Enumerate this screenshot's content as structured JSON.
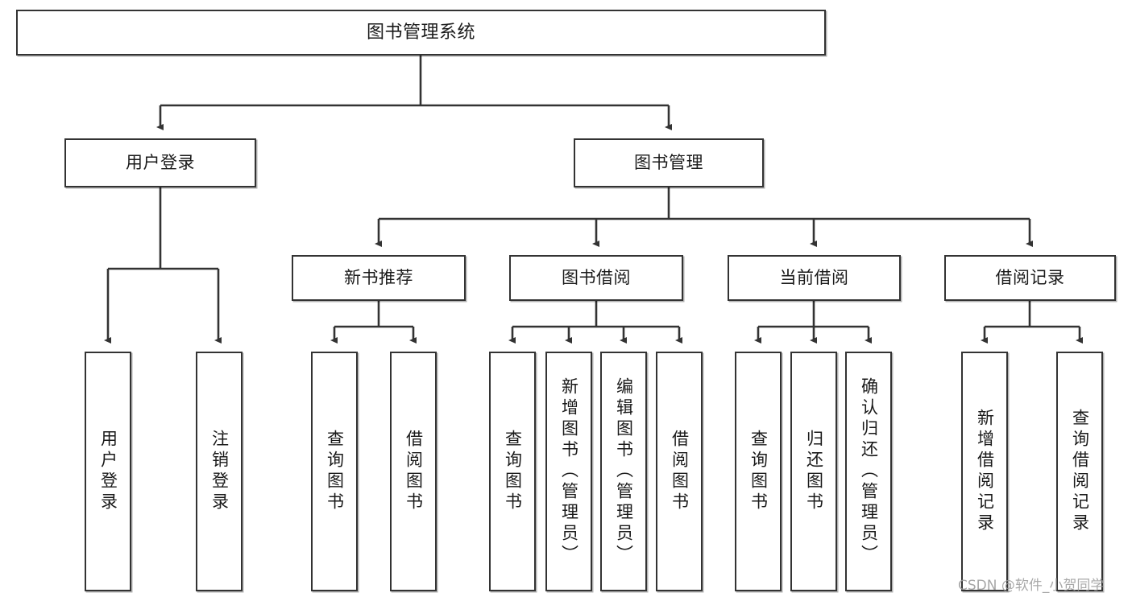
{
  "diagram": {
    "title": "图书管理系统",
    "type": "tree-hierarchy-diagram",
    "colors": {
      "box_border": "#333333",
      "box_fill": "#ffffff",
      "edge": "#333333",
      "text": "#1a1a1a",
      "watermark": "#9a9a9a",
      "background": "#ffffff"
    },
    "root": {
      "label": "图书管理系统"
    },
    "level2": [
      {
        "label": "用户登录"
      },
      {
        "label": "图书管理"
      }
    ],
    "level3": [
      {
        "label": "新书推荐"
      },
      {
        "label": "图书借阅"
      },
      {
        "label": "当前借阅"
      },
      {
        "label": "借阅记录"
      }
    ],
    "leaves": {
      "user_login": [
        {
          "label": "用户登录"
        },
        {
          "label": "注销登录"
        }
      ],
      "new_book_recommend": [
        {
          "label": "查询图书"
        },
        {
          "label": "借阅图书"
        }
      ],
      "book_borrow": [
        {
          "label": "查询图书"
        },
        {
          "label": "新增图书（管理员）"
        },
        {
          "label": "编辑图书（管理员）"
        },
        {
          "label": "借阅图书"
        }
      ],
      "current_borrow": [
        {
          "label": "查询图书"
        },
        {
          "label": "归还图书"
        },
        {
          "label": "确认归还（管理员）"
        }
      ],
      "borrow_record": [
        {
          "label": "新增借阅记录"
        },
        {
          "label": "查询借阅记录"
        }
      ]
    }
  },
  "watermark": {
    "text": "CSDN @软件_小贺同学"
  }
}
